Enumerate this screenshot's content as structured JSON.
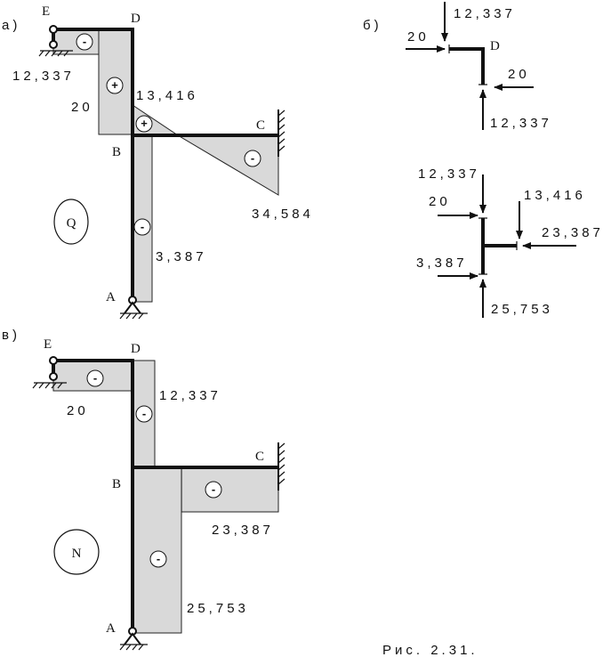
{
  "panels": {
    "a": "а)",
    "b": "б)",
    "v": "в)"
  },
  "nodes": {
    "E": "E",
    "D": "D",
    "B": "B",
    "C": "C",
    "A": "A"
  },
  "signs": {
    "minus": "-",
    "plus": "+"
  },
  "q_diagram": {
    "title": "Q",
    "ed_value": "12,337",
    "db_value": "20",
    "bc_left_value": "13,416",
    "bc_right_value": "34,584",
    "ab_value": "3,387"
  },
  "n_diagram": {
    "title": "N",
    "ed_value": "20",
    "db_value": "12,337",
    "bc_value": "23,387",
    "ab_value": "25,753"
  },
  "node_d_forces": {
    "top": "12,337",
    "left": "20",
    "right": "20",
    "bottom": "12,337"
  },
  "node_b_forces": {
    "top": "12,337",
    "left_top": "20",
    "right_top": "13,416",
    "right": "23,387",
    "left_bottom": "3,387",
    "bottom": "25,753"
  },
  "caption": "Рис. 2.31."
}
